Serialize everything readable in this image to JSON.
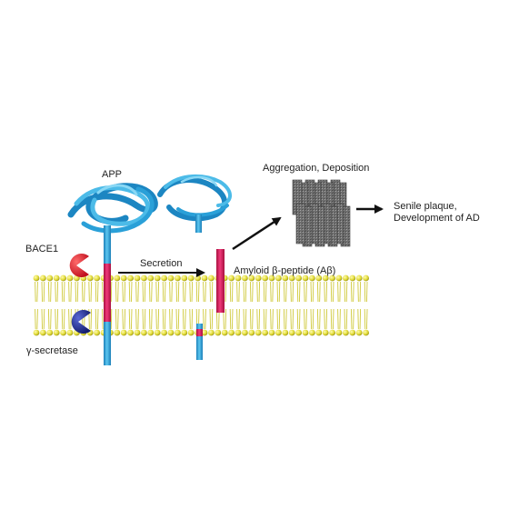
{
  "labels": {
    "app": "APP",
    "bace1": "BACE1",
    "gamma_secretase": "γ-secretase",
    "secretion": "Secretion",
    "amyloid": "Amyloid β-peptide (Aβ)",
    "aggregation": "Aggregation, Deposition",
    "plaque_line1": "Senile plaque,",
    "plaque_line2": "Development of AD"
  },
  "colors": {
    "lipid_head": "#e2dc3a",
    "lipid_tail": "#cfc93a",
    "app_protein": "#29a7d9",
    "abeta_segment": "#e0195a",
    "bace1_enzyme": "#e21b2b",
    "gamma_secretase_enzyme": "#1f2a8c",
    "fibril": "#7d7d7d",
    "arrow": "#111111"
  },
  "icons": {
    "bace1": "bace1-pacman-icon",
    "gamma_secretase": "gamma-secretase-pacman-icon"
  }
}
